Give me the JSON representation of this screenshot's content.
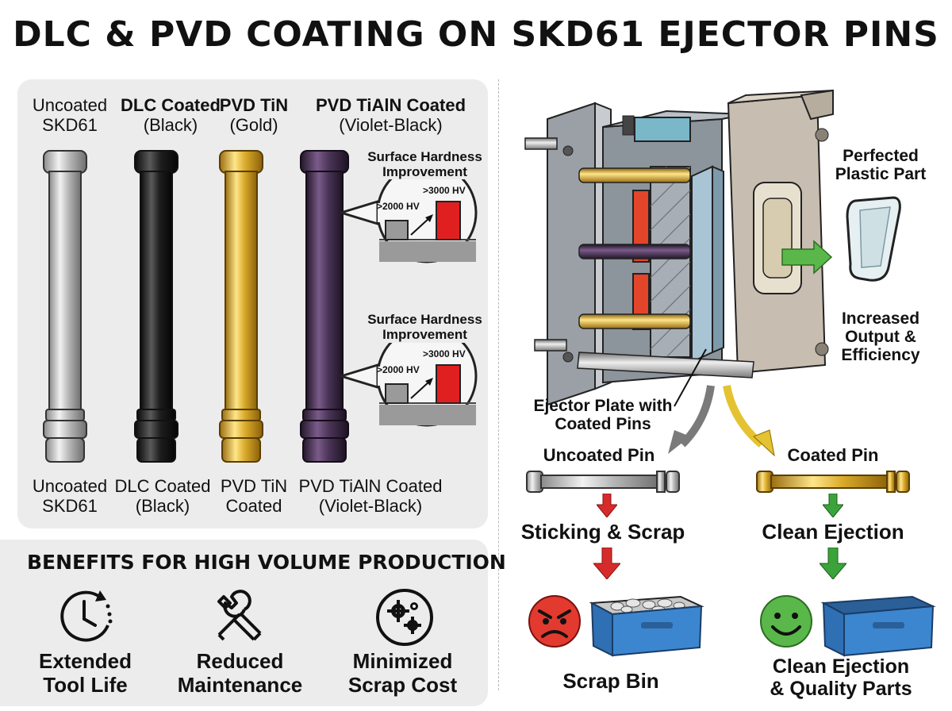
{
  "title": "DLC & PVD COATING ON SKD61 EJECTOR PINS",
  "pins": {
    "top": [
      {
        "line1": "Uncoated",
        "line2": "SKD61",
        "bold": false
      },
      {
        "line1": "DLC Coated",
        "line2": "(Black)",
        "bold": true
      },
      {
        "line1": "PVD TiN",
        "line2": "(Gold)",
        "bold": true
      },
      {
        "line1": "PVD TiAlN Coated",
        "line2": "(Violet-Black)",
        "bold": true
      }
    ],
    "bottom": [
      {
        "line1": "Uncoated",
        "line2": "SKD61"
      },
      {
        "line1": "DLC Coated",
        "line2": "(Black)"
      },
      {
        "line1": "PVD TiN",
        "line2": "Coated"
      },
      {
        "line1": "PVD TiAlN Coated",
        "line2": "(Violet-Black)"
      }
    ],
    "colors": [
      "#b8b8b8",
      "#1e1e1e",
      "#d9aa2a",
      "#4a3457"
    ]
  },
  "hardness": [
    {
      "title1": "Surface Hardness",
      "title2": "Improvement",
      "low": ">2000 HV",
      "high": ">3000 HV"
    },
    {
      "title1": "Surface Hardness",
      "title2": "Improvement",
      "low": ">2000 HV",
      "high": ">3000 HV"
    }
  ],
  "benefits": {
    "title": "BENEFITS FOR HIGH VOLUME PRODUCTION",
    "items": [
      {
        "line1": "Extended",
        "line2": "Tool Life",
        "icon": "clock-icon"
      },
      {
        "line1": "Reduced",
        "line2": "Maintenance",
        "icon": "wrench-icon"
      },
      {
        "line1": "Minimized",
        "line2": "Scrap Cost",
        "icon": "gears-icon"
      }
    ]
  },
  "mold": {
    "part_label1": "Perfected",
    "part_label2": "Plastic Part",
    "output_label1": "Increased",
    "output_label2": "Output &",
    "output_label3": "Efficiency",
    "ejector_label1": "Ejector Plate with",
    "ejector_label2": "Coated Pins"
  },
  "comparison": {
    "uncoated": {
      "label": "Uncoated Pin",
      "result": "Sticking & Scrap",
      "bin": "Scrap Bin",
      "color": "#d62b2b"
    },
    "coated": {
      "label": "Coated Pin",
      "result": "Clean Ejection",
      "bin1": "Clean Ejection",
      "bin2": "& Quality Parts",
      "color": "#3aa43a"
    }
  }
}
